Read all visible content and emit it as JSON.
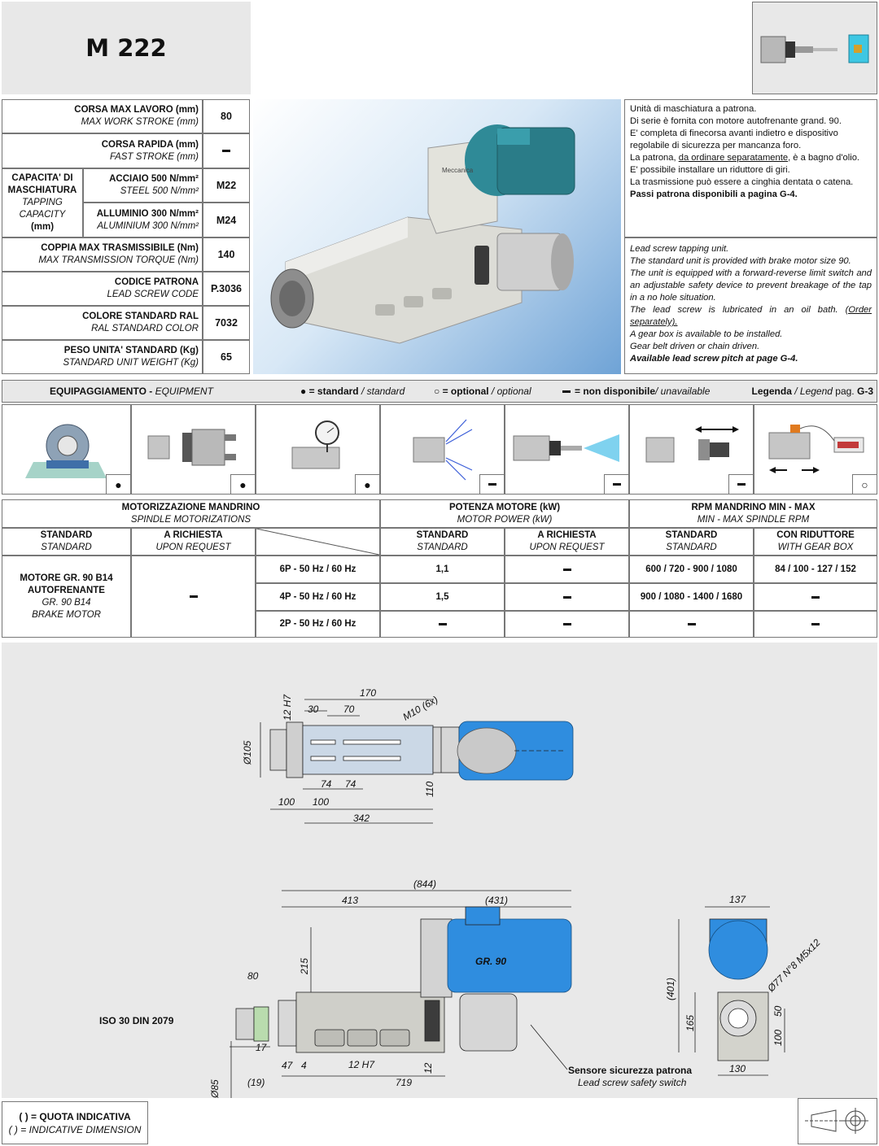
{
  "header": {
    "title": "M 222"
  },
  "specs": {
    "corsa_max": {
      "it": "CORSA MAX LAVORO (mm)",
      "en": "MAX WORK STROKE (mm)",
      "value": "80"
    },
    "corsa_rapida": {
      "it": "CORSA RAPIDA (mm)",
      "en": "FAST STROKE (mm)"
    },
    "capacita": {
      "it1": "CAPACITA' DI",
      "it2": "MASCHIATURA",
      "en1": "TAPPING",
      "en2": "CAPACITY",
      "unit": "(mm)"
    },
    "acciaio": {
      "it": "ACCIAIO 500 N/mm²",
      "en": "STEEL 500 N/mm²",
      "value": "M22"
    },
    "alluminio": {
      "it": "ALLUMINIO 300 N/mm²",
      "en": "ALUMINIUM 300 N/mm²",
      "value": "M24"
    },
    "coppia": {
      "it": "COPPIA MAX TRASMISSIBILE (Nm)",
      "en": "MAX TRANSMISSION TORQUE (Nm)",
      "value": "140"
    },
    "codice": {
      "it": "CODICE PATRONA",
      "en": "LEAD SCREW CODE",
      "value": "P.3036"
    },
    "colore": {
      "it": "COLORE STANDARD RAL",
      "en": "RAL STANDARD COLOR",
      "value": "7032"
    },
    "peso": {
      "it": "PESO UNITA' STANDARD (Kg)",
      "en": "STANDARD UNIT WEIGHT (Kg)",
      "value": "65"
    }
  },
  "photo": {
    "brand_plate": "Meccanica"
  },
  "description_it": {
    "l1": "Unità di maschiatura a patrona.",
    "l2": "Di serie è fornita con motore autofrenante grand. 90.",
    "l3": "E' completa di finecorsa avanti indietro e dispositivo regolabile di sicurezza per mancanza foro.",
    "l4a": "La patrona, ",
    "l4u": "da ordinare separatamente",
    "l4b": ", è a bagno d'olio.",
    "l5": "E' possibile installare un riduttore di giri.",
    "l6": "La trasmissione può essere a cinghia dentata o catena.",
    "l7": "Passi patrona disponibili a pagina G-4."
  },
  "description_en": {
    "l1": "Lead screw tapping unit.",
    "l2": "The standard unit is provided with brake motor size 90.",
    "l3": "The unit is equipped with a forward-reverse limit switch and an adjustable safety device to prevent breakage of the tap in a no hole situation.",
    "l4a": "The lead screw is lubricated in an oil bath. ",
    "l4u": "(Order separately).",
    "l5": "A gear box is available to be installed.",
    "l6": "Gear belt driven or chain driven.",
    "l7": "Available lead screw pitch at page G-4."
  },
  "equipment": {
    "title_it": "EQUIPAGGIAMENTO - ",
    "title_en": "EQUIPMENT",
    "std_sym": "●",
    "std_it": "= standard",
    "std_en": " / standard",
    "opt_sym": "○",
    "opt_it": "= optional",
    "opt_en": " / optional",
    "na_it": "= non disponibile",
    "na_en": " / unavailable",
    "legend_it": "Legenda",
    "legend_en": " / Legend",
    "legend_page": "pag. ",
    "legend_ref": "G-3",
    "marks": [
      "●",
      "●",
      "●",
      "",
      "",
      "",
      "○"
    ]
  },
  "motor_table": {
    "h1_it": "MOTORIZZAZIONE MANDRINO",
    "h1_en": "SPINDLE MOTORIZATIONS",
    "h2_it": "POTENZA MOTORE (kW)",
    "h2_en": "MOTOR POWER (kW)",
    "h3_it": "RPM MANDRINO MIN - MAX",
    "h3_en": "MIN - MAX SPINDLE RPM",
    "std_it": "STANDARD",
    "std_en": "STANDARD",
    "req_it": "A RICHIESTA",
    "req_en": "UPON REQUEST",
    "red_it": "CON RIDUTTORE",
    "red_en": "WITH GEAR BOX",
    "motor_it1": "MOTORE  GR. 90  B14",
    "motor_it2": "AUTOFRENANTE",
    "motor_en1": "GR. 90  B14",
    "motor_en2": "BRAKE MOTOR",
    "rows": [
      {
        "poles": "6P - 50 Hz / 60 Hz",
        "power": "1,1",
        "rpm": "600 / 720 - 900 / 1080",
        "rpm_red": "84 / 100 - 127 / 152"
      },
      {
        "poles": "4P - 50 Hz / 60 Hz",
        "power": "1,5",
        "rpm": "900 / 1080 - 1400 / 1680",
        "rpm_red": ""
      },
      {
        "poles": "2P - 50 Hz / 60 Hz",
        "power": "",
        "rpm": "",
        "rpm_red": ""
      }
    ]
  },
  "drawing_top": {
    "d170": "170",
    "d30": "30",
    "d70": "70",
    "m10": "M10 (6x)",
    "d12h7": "12 H7",
    "d105": "Ø105",
    "d74a": "74",
    "d74b": "74",
    "d110": "110",
    "d100a": "100",
    "d100b": "100",
    "d342": "342"
  },
  "drawing_side": {
    "d844": "(844)",
    "d413": "413",
    "d431": "(431)",
    "d215": "215",
    "d80": "80",
    "iso": "ISO 30 DIN 2079",
    "d17": "17",
    "d47": "47",
    "d4": "4",
    "d12h7": "12 H7",
    "d12": "12",
    "d19": "(19)",
    "d719": "719",
    "d85": "Ø85",
    "gr90": "GR. 90",
    "sensor_it": "Sensore sicurezza patrona",
    "sensor_en": "Lead screw safety switch"
  },
  "drawing_front": {
    "d137": "137",
    "d401": "(401)",
    "d77": "Ø77 N°8 M5x12",
    "d165": "165",
    "d50": "50",
    "d100": "100",
    "d130": "130"
  },
  "footer": {
    "legend_it": "( ) = QUOTA INDICATIVA",
    "legend_en": "( ) = INDICATIVE DIMENSION"
  }
}
